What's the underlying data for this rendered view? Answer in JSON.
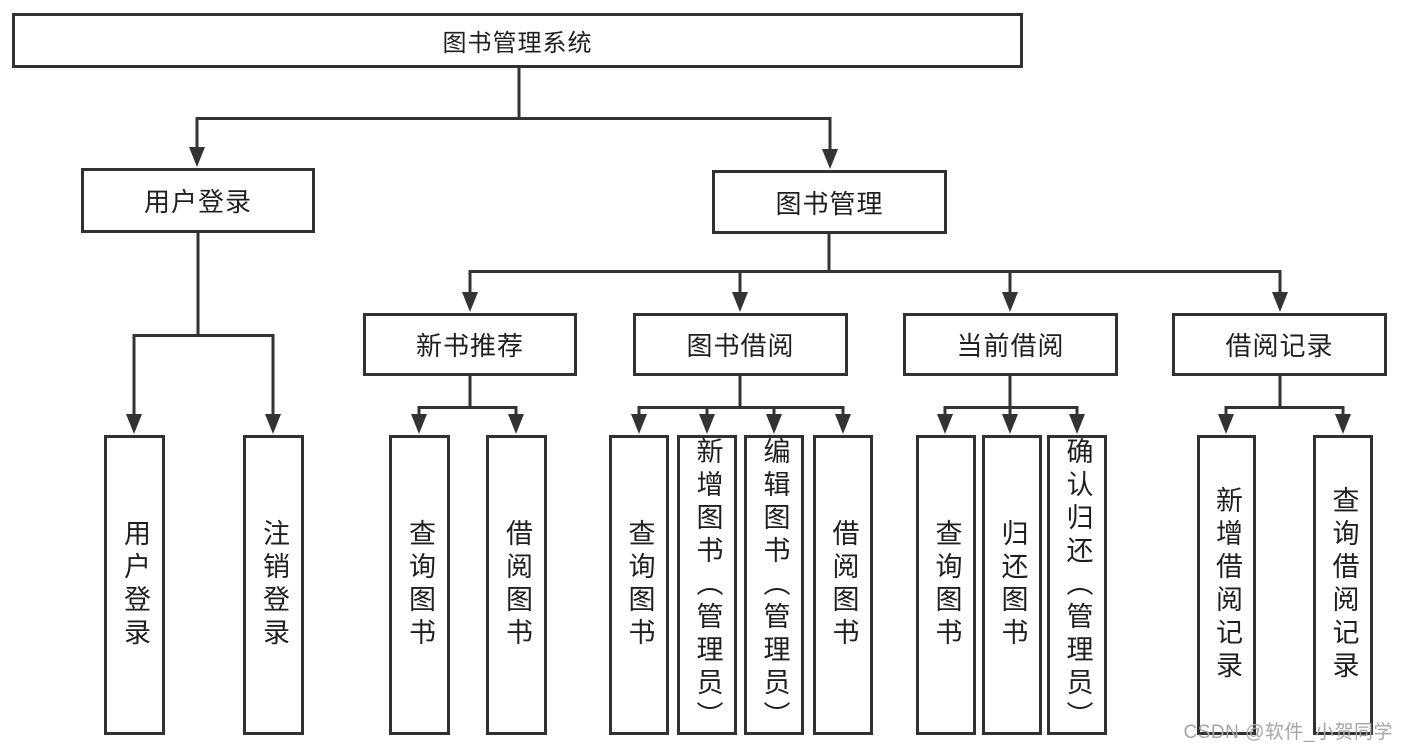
{
  "diagram": {
    "type": "hierarchy-tree",
    "root": {
      "label": "图书管理系统",
      "children": [
        {
          "label": "用户登录",
          "children": [
            {
              "label": "用户登录"
            },
            {
              "label": "注销登录"
            }
          ]
        },
        {
          "label": "图书管理",
          "children": [
            {
              "label": "新书推荐",
              "children": [
                {
                  "label": "查询图书"
                },
                {
                  "label": "借阅图书"
                }
              ]
            },
            {
              "label": "图书借阅",
              "children": [
                {
                  "label": "查询图书"
                },
                {
                  "label": "新增图书（管理员）"
                },
                {
                  "label": "编辑图书（管理员）"
                },
                {
                  "label": "借阅图书"
                }
              ]
            },
            {
              "label": "当前借阅",
              "children": [
                {
                  "label": "查询图书"
                },
                {
                  "label": "归还图书"
                },
                {
                  "label": "确认归还（管理员）"
                }
              ]
            },
            {
              "label": "借阅记录",
              "children": [
                {
                  "label": "新增借阅记录"
                },
                {
                  "label": "查询借阅记录"
                }
              ]
            }
          ]
        }
      ]
    },
    "watermark": "CSDN @软件_小贺同学",
    "colors": {
      "line": "#333333",
      "box_border": "#313131",
      "box_fill": "#ffffff",
      "text": "#1f1f1f",
      "watermark": "#a6a6a6"
    }
  }
}
